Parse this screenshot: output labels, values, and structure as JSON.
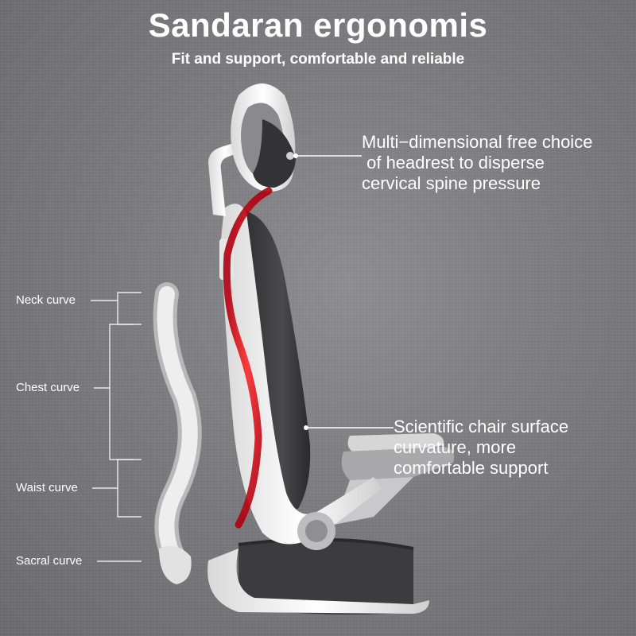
{
  "header": {
    "title": "Sandaran ergonomis",
    "subtitle": "Fit and support, comfortable and reliable"
  },
  "callouts": {
    "headrest": "Multi−dimensional free choice\n of headrest to disperse\ncervical spine pressure",
    "seat": "Scientific chair surface\ncurvature, more\ncomfortable support"
  },
  "spine_labels": {
    "neck": "Neck curve",
    "chest": "Chest curve",
    "waist": "Waist curve",
    "sacral": "Sacral curve"
  },
  "colors": {
    "background": "#7c7c80",
    "text": "#ffffff",
    "frame": "#f2f2f2",
    "mesh": "#3a3a3d",
    "spine_highlight": "#e0101a"
  }
}
